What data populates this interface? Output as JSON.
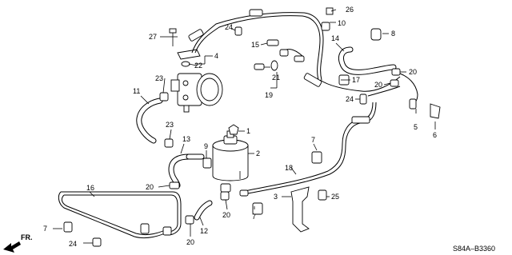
{
  "diagram": {
    "code": "S84A–B3360",
    "direction_label": "FR.",
    "callouts": [
      {
        "id": "c1",
        "text": "1"
      },
      {
        "id": "c2",
        "text": "2"
      },
      {
        "id": "c3",
        "text": "3"
      },
      {
        "id": "c4",
        "text": "4"
      },
      {
        "id": "c5",
        "text": "5"
      },
      {
        "id": "c6",
        "text": "6"
      },
      {
        "id": "c7a",
        "text": "7"
      },
      {
        "id": "c7b",
        "text": "7"
      },
      {
        "id": "c7c",
        "text": "7"
      },
      {
        "id": "c8",
        "text": "8"
      },
      {
        "id": "c9",
        "text": "9"
      },
      {
        "id": "c10",
        "text": "10"
      },
      {
        "id": "c11",
        "text": "11"
      },
      {
        "id": "c12",
        "text": "12"
      },
      {
        "id": "c13",
        "text": "13"
      },
      {
        "id": "c14",
        "text": "14"
      },
      {
        "id": "c15",
        "text": "15"
      },
      {
        "id": "c16",
        "text": "16"
      },
      {
        "id": "c17",
        "text": "17"
      },
      {
        "id": "c18",
        "text": "18"
      },
      {
        "id": "c19",
        "text": "19"
      },
      {
        "id": "c20a",
        "text": "20"
      },
      {
        "id": "c20b",
        "text": "20"
      },
      {
        "id": "c20c",
        "text": "20"
      },
      {
        "id": "c20d",
        "text": "20"
      },
      {
        "id": "c20e",
        "text": "20"
      },
      {
        "id": "c21",
        "text": "21"
      },
      {
        "id": "c22",
        "text": "22"
      },
      {
        "id": "c23a",
        "text": "23"
      },
      {
        "id": "c23b",
        "text": "23"
      },
      {
        "id": "c24a",
        "text": "24"
      },
      {
        "id": "c24b",
        "text": "24"
      },
      {
        "id": "c24c",
        "text": "24"
      },
      {
        "id": "c25",
        "text": "25"
      },
      {
        "id": "c26",
        "text": "26"
      },
      {
        "id": "c27",
        "text": "27"
      }
    ]
  }
}
